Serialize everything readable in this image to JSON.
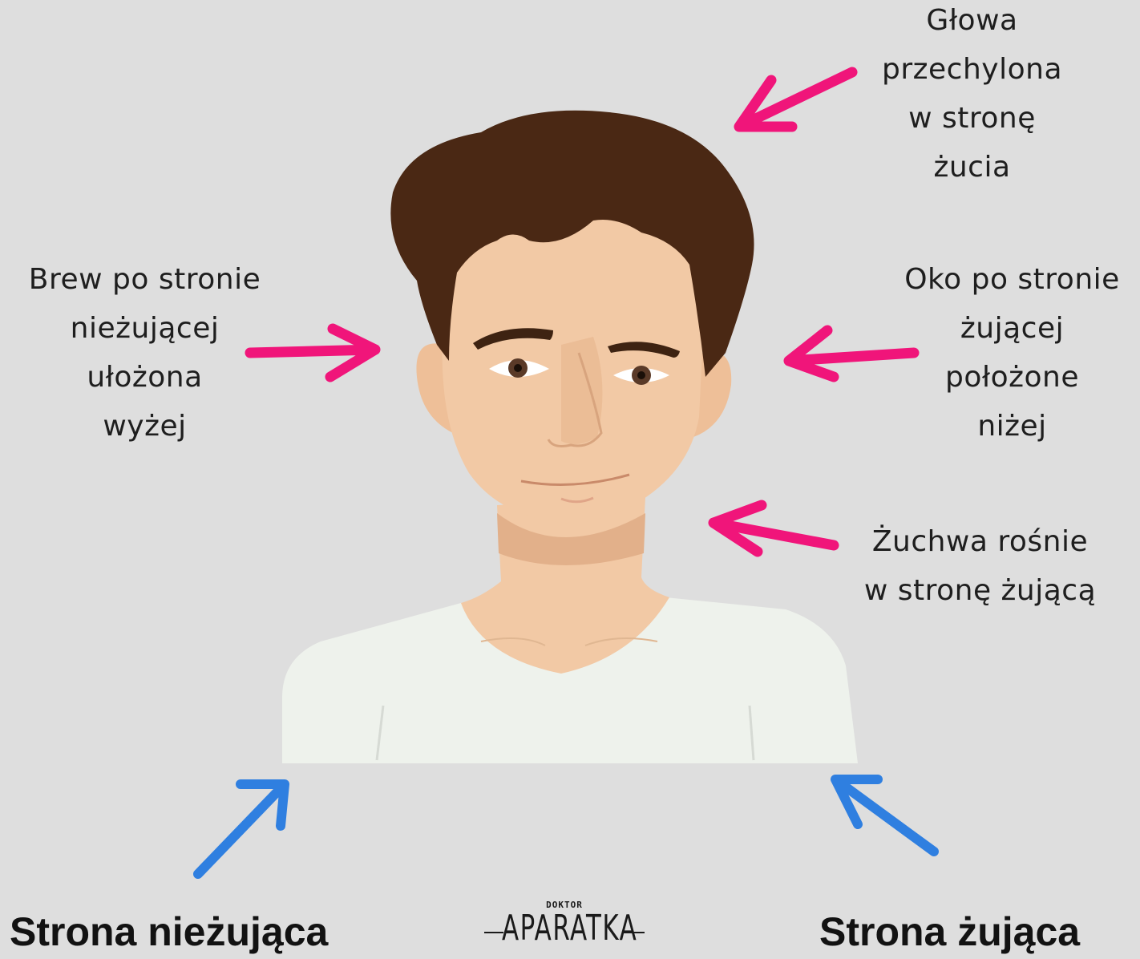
{
  "labels": {
    "head": [
      "Głowa",
      "przechylona",
      "w stronę",
      "żucia"
    ],
    "brow": [
      "Brew po stronie",
      "nieżującej",
      "ułożona",
      "wyżej"
    ],
    "eye": [
      "Oko po stronie",
      "żującej",
      "położone",
      "niżej"
    ],
    "jaw": [
      "Żuchwa rośnie",
      "w stronę żującą"
    ]
  },
  "sides": {
    "non_chewing": "Strona nieżująca",
    "chewing": "Strona żująca"
  },
  "logo": {
    "small": "DOKTOR",
    "big": "APARATKA"
  },
  "colors": {
    "background": "#dedede",
    "pink_arrow": "#f0157a",
    "blue_arrow": "#2f7fe0",
    "hair": "#4a2814",
    "skin": "#f2c9a5",
    "shirt": "#eef2ec"
  }
}
